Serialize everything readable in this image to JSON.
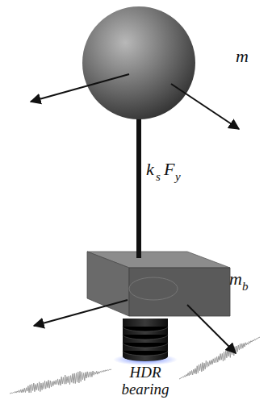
{
  "diagram": {
    "labels": [
      "m",
      "k",
      "s",
      "F",
      "y",
      "m",
      "b",
      "HDR bearing"
    ]
  }
}
